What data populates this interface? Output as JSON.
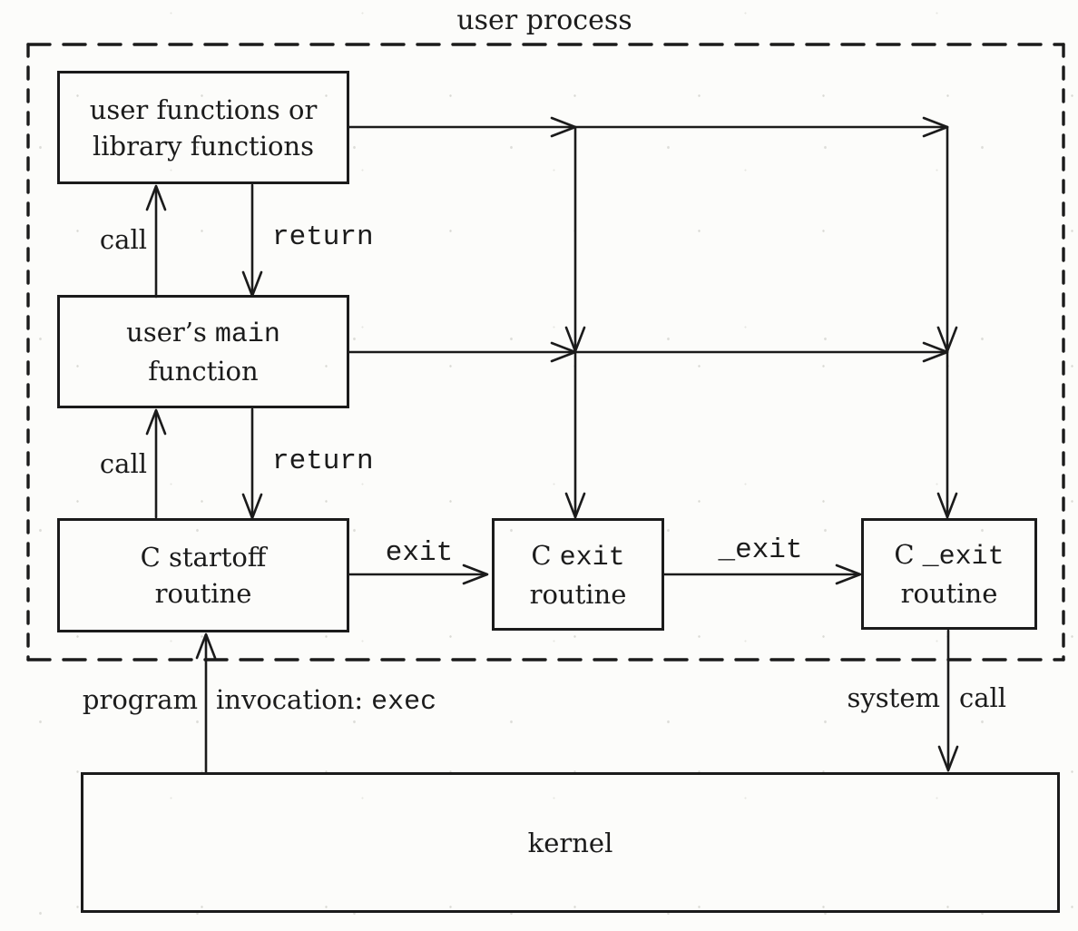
{
  "title": "user process",
  "boxes": {
    "user_functions": {
      "line1": "user functions or",
      "line2": "library functions"
    },
    "users_main": {
      "line1_text": "user’s",
      "line1_code": "main",
      "line2": "function"
    },
    "c_startoff": {
      "line1": "C startoff",
      "line2": "routine"
    },
    "c_exit": {
      "line1_text": "C",
      "line1_code": "exit",
      "line2": "routine"
    },
    "c_uexit": {
      "line1_text": "C",
      "line1_code": "_exit",
      "line2": "routine"
    },
    "kernel": {
      "label": "kernel"
    }
  },
  "labels": {
    "call_upper": "call",
    "return_upper": "return",
    "call_lower": "call",
    "return_lower": "return",
    "exit": "exit",
    "underscore_exit": "_exit",
    "program_word": "program",
    "invocation_word": "invocation:",
    "exec_code": "exec",
    "system_word": "system",
    "call_word": "call"
  },
  "colors": {
    "ink": "#1b1b1b",
    "paper": "#fcfcfa"
  }
}
